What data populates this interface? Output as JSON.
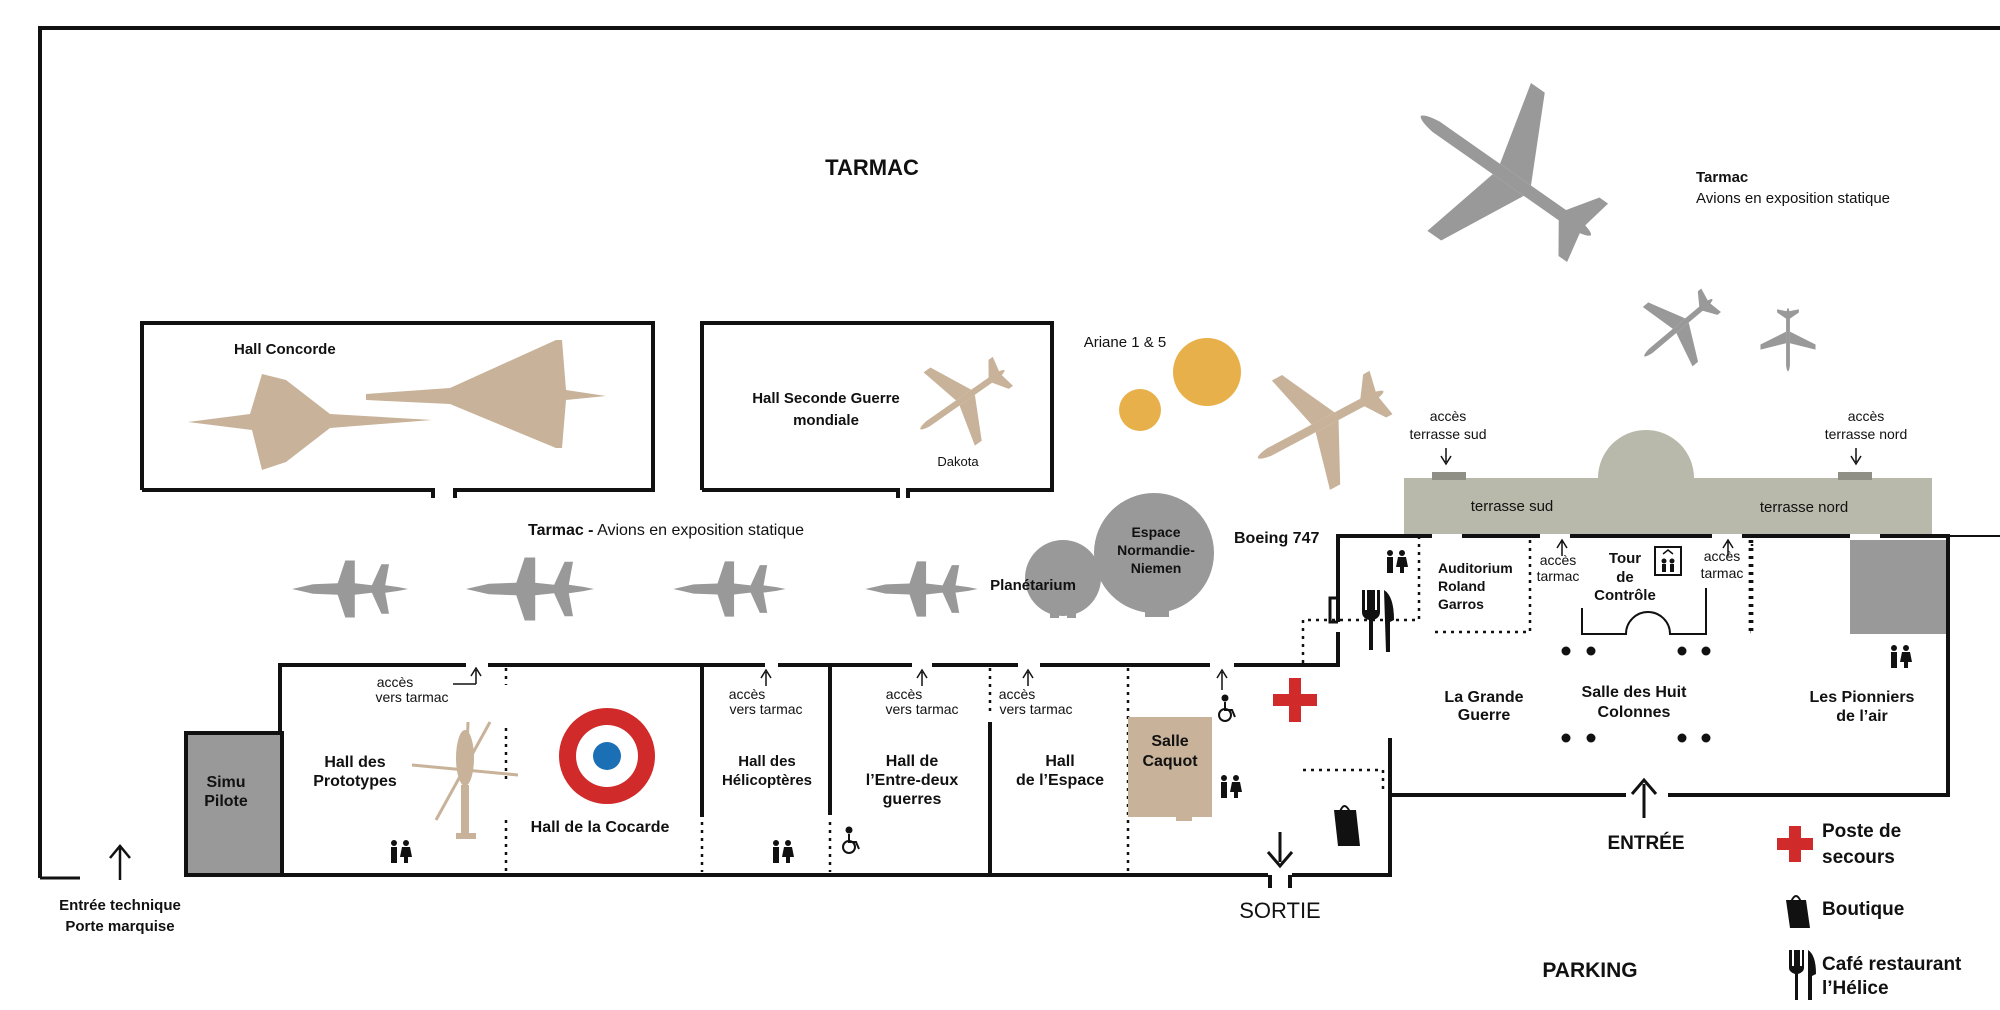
{
  "zones": {
    "tarmac_top": "TARMAC",
    "tarmac_right_title": "Tarmac",
    "tarmac_right_sub": "Avions en exposition statique",
    "tarmac_mid_title": "Tarmac -",
    "tarmac_mid_sub": " Avions en exposition statique",
    "ariane": "Ariane 1 & 5",
    "boeing": "Boeing 747",
    "parking": "PARKING"
  },
  "halls": {
    "concorde": "Hall Concorde",
    "ww2_l1": "Hall Seconde Guerre",
    "ww2_l2": "mondiale",
    "dakota": "Dakota",
    "planetarium": "Planétarium",
    "espace_nn_l1": "Espace",
    "espace_nn_l2": "Normandie-",
    "espace_nn_l3": "Niemen",
    "simu_l1": "Simu",
    "simu_l2": "Pilote",
    "prototypes_l1": "Hall des",
    "prototypes_l2": "Prototypes",
    "cocarde": "Hall de la Cocarde",
    "helico_l1": "Hall des",
    "helico_l2": "Hélicoptères",
    "entre_l1": "Hall de",
    "entre_l2": "l’Entre-deux",
    "entre_l3": "guerres",
    "espace_l1": "Hall",
    "espace_l2": "de l’Espace",
    "caquot_l1": "Salle",
    "caquot_l2": "Caquot",
    "auditorium_l1": "Auditorium",
    "auditorium_l2": "Roland",
    "auditorium_l3": "Garros",
    "tour_l1": "Tour",
    "tour_l2": "de",
    "tour_l3": "Contrôle",
    "grande_l1": "La Grande",
    "grande_l2": "Guerre",
    "huit_l1": "Salle des Huit",
    "huit_l2": "Colonnes",
    "pionniers_l1": "Les Pionniers",
    "pionniers_l2": "de l’air"
  },
  "terraces": {
    "sud": "terrasse sud",
    "nord": "terrasse nord",
    "acces_sud_l1": "accès",
    "acces_sud_l2": "terrasse sud",
    "acces_nord_l1": "accès",
    "acces_nord_l2": "terrasse nord"
  },
  "access": {
    "acces": "accès",
    "vers_tarmac": "vers tarmac",
    "tarmac": "tarmac"
  },
  "exits": {
    "entree_tech_l1": "Entrée technique",
    "entree_tech_l2": "Porte marquise",
    "sortie": "SORTIE",
    "entree": "ENTRÉE"
  },
  "legend": {
    "secours_l1": "Poste de",
    "secours_l2": "secours",
    "boutique": "Boutique",
    "cafe_l1": "Café restaurant",
    "cafe_l2": "l’Hélice"
  },
  "colors": {
    "beige": "#c8b299",
    "gray": "#999999",
    "gold": "#e8b04a",
    "terrace": "#b8b8ab",
    "red": "#d02a2a",
    "blue": "#1a6fb5"
  }
}
